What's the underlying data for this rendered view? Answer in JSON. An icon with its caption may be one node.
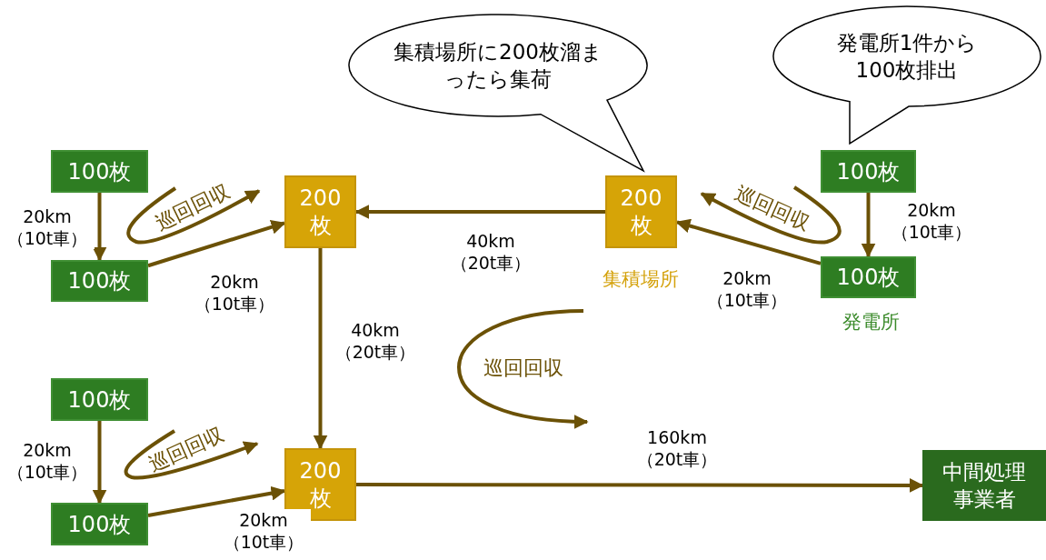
{
  "diagram": {
    "nodes": [
      {
        "text": [
          "100枚"
        ]
      },
      {
        "text": [
          "100枚"
        ]
      },
      {
        "text": [
          "100枚"
        ]
      },
      {
        "text": [
          "100枚"
        ]
      },
      {
        "text": [
          "200枚"
        ]
      },
      {
        "text": [
          "200枚"
        ]
      },
      {
        "text": [
          "200枚"
        ],
        "beside": [
          "集積場所"
        ]
      },
      {
        "text": [
          "100枚"
        ]
      },
      {
        "text": [
          "100枚"
        ],
        "beside": [
          "発電所"
        ]
      },
      {
        "text": [
          "中間処理事業者"
        ]
      },
      {
        "text": [
          "集積場所に200枚溜まったら集荷"
        ]
      },
      {
        "text": [
          "発電所1件から100枚排出"
        ]
      }
    ],
    "edges": [
      {
        "from": 0,
        "to": 1,
        "arrow": "to",
        "label": "20km （10t車）"
      },
      {
        "from": 1,
        "to": 4,
        "arrow": "to",
        "label": "20km （10t車）"
      },
      {
        "from": 2,
        "to": 3,
        "arrow": "to",
        "label": "20km （10t車）"
      },
      {
        "from": 3,
        "to": 5,
        "arrow": "to",
        "label": "20km （10t車）"
      },
      {
        "from": 4,
        "to": 5,
        "arrow": "to",
        "label": "40km （20t車）"
      },
      {
        "from": 6,
        "to": 4,
        "arrow": "to",
        "label": "40km （20t車）"
      },
      {
        "from": 7,
        "to": 8,
        "arrow": "to",
        "label": "20km （10t車）"
      },
      {
        "from": 8,
        "to": 6,
        "arrow": "to",
        "label": "20km （10t車）"
      },
      {
        "from": 5,
        "to": 9,
        "arrow": "to",
        "label": "160km （20t車）"
      }
    ],
    "labels": [
      "巡回回収",
      "巡回回収",
      "巡回回収",
      "巡回回収"
    ]
  }
}
